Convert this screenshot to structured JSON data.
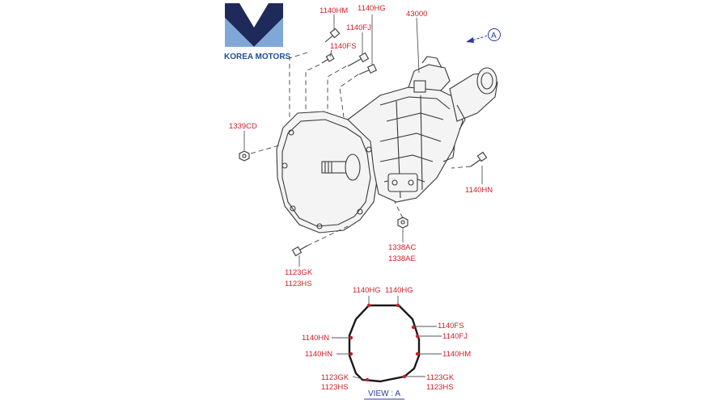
{
  "brand": {
    "name": "KOREA MOTORS",
    "colors": {
      "dark": "#1e2a5a",
      "light": "#7fa8d8"
    }
  },
  "label_color": "#d0202a",
  "view_marker": "A",
  "view_caption": "VIEW : A",
  "labels": {
    "b1140HM": "1140HM",
    "b1140HG": "1140HG",
    "b1140FJ": "1140FJ",
    "b1140FS": "1140FS",
    "p43000": "43000",
    "p1339CD": "1339CD",
    "b1140HN": "1140HN",
    "b1123GK": "1123GK",
    "b1123HS": "1123HS",
    "p1338AC": "1338AC",
    "p1338AE": "1338AE"
  },
  "view_labels": {
    "top_left": "1140HG",
    "top_right": "1140HG",
    "right_1": "1140FS",
    "right_2": "1140FJ",
    "right_3": "1140HM",
    "left_1": "1140HN",
    "left_2": "1140HN",
    "bottom_left_1": "1123GK",
    "bottom_left_2": "1123HS",
    "bottom_right_1": "1123GK",
    "bottom_right_2": "1123HS"
  }
}
